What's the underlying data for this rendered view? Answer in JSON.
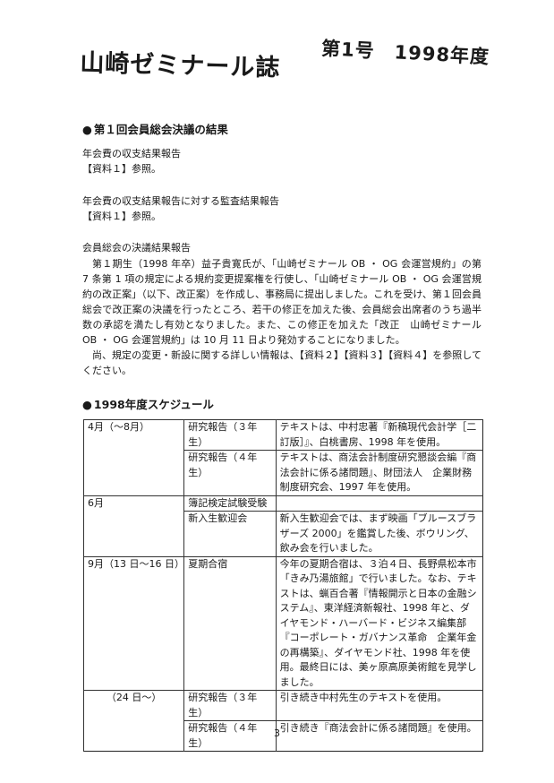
{
  "header": {
    "title": "山崎ゼミナール誌",
    "issue": "第1号　1998年度"
  },
  "section1": {
    "heading": "第１回会員総会決議の結果",
    "items": [
      {
        "title": "年会費の収支結果報告",
        "ref": "【資料１】参照。"
      },
      {
        "title": "年会費の収支結果報告に対する監査結果報告",
        "ref": "【資料１】参照。"
      }
    ],
    "resolution_title": "会員総会の決議結果報告",
    "resolution_body_1": "第１期生（1998 年卒）益子貴寛氏が、「山崎ゼミナール OB ・ OG 会運営規約」の第 7 条第 1 項の規定による規約変更提案権を行使し、「山崎ゼミナール OB ・ OG 会運営規約の改正案」（以下、改正案）を作成し、事務局に提出しました。これを受け、第１回会員総会で改正案の決議を行ったところ、若干の修正を加えた後、会員総会出席者のうち過半数の承認を満たし有効となりました。また、この修正を加えた「改正　山崎ゼミナール OB ・ OG 会運営規約」は 10 月 11 日より発効することになりました。",
    "resolution_body_2": "尚、規定の変更・新設に関する詳しい情報は、【資料２】【資料３】【資料４】を参照してください。"
  },
  "section2": {
    "heading": "1998年度スケジュール",
    "rows": [
      {
        "group": true,
        "date": "4月（～8月）",
        "event": "研究報告（３年生）",
        "detail": "テキストは、中村忠著『新稿現代会計学［二訂版］』、白桃書房、1998 年を使用。"
      },
      {
        "group": false,
        "date": "",
        "event": "研究報告（４年生）",
        "detail": "テキストは、商法会計制度研究懇談会編『商法会計に係る諸問題』、財団法人　企業財務制度研究会、1997 年を使用。"
      },
      {
        "group": true,
        "date": "6月",
        "event": "簿記検定試験受験",
        "detail": ""
      },
      {
        "group": false,
        "date": "",
        "event": "新入生歓迎会",
        "detail": "新入生歓迎会では、まず映画「ブルースブラザーズ 2000」を鑑賞した後、ボウリング、飲み会を行いました。"
      },
      {
        "group": true,
        "date": "9月（13 日～16 日）",
        "event": "夏期合宿",
        "detail": "今年の夏期合宿は、３泊４日、長野県松本市「きみ乃湯旅館」で行いました。なお、テキストは、蝋百合著『情報開示と日本の金融システム』、東洋経済新報社、1998 年と、ダイヤモンド・ハーバード・ビジネス編集部『コーポレート・ガバナンス革命　企業年金の再構築』、ダイヤモンド社、1998 年を使用。最終日には、美ヶ原高原美術館を見学しました。"
      },
      {
        "group": true,
        "date": "（24 日～）",
        "event": "研究報告（３年生）",
        "detail": "引き続き中村先生のテキストを使用。"
      },
      {
        "group": false,
        "date": "",
        "event": "研究報告（４年生）",
        "detail": "引き続き『商法会計に係る諸問題』を使用。"
      }
    ]
  },
  "footer": {
    "page_number": "3"
  }
}
